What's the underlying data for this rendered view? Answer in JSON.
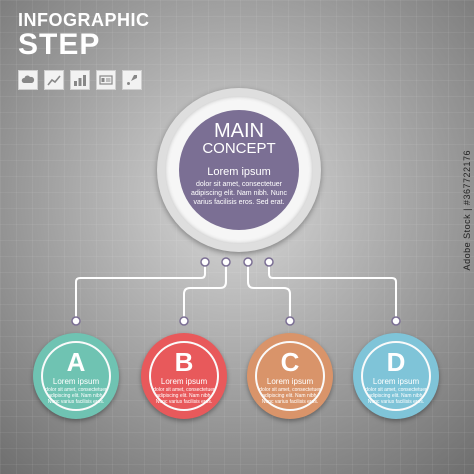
{
  "header": {
    "title_line1": "INFOGRAPHIC",
    "title_line2": "STEP"
  },
  "icons": [
    "cloud-icon",
    "line-chart-icon",
    "bar-chart-icon",
    "id-card-icon",
    "rocket-icon"
  ],
  "main": {
    "title_line1": "MAIN",
    "title_line2": "CONCEPT",
    "subtitle": "Lorem ipsum",
    "body": "dolor sit amet, consectetuer adipiscing elit. Nam nibh. Nunc varius facilisis eros. Sed erat.",
    "color": "#7b6f94"
  },
  "steps": [
    {
      "letter": "A",
      "heading": "Lorem ipsum",
      "body": "dolor sit amet, consectetuer adipiscing elit. Nam nibh. Nunc varius facilisis eros.",
      "color": "#6fc3b2"
    },
    {
      "letter": "B",
      "heading": "Lorem ipsum",
      "body": "dolor sit amet, consectetuer adipiscing elit. Nam nibh. Nunc varius facilisis eros.",
      "color": "#e8595b"
    },
    {
      "letter": "C",
      "heading": "Lorem ipsum",
      "body": "dolor sit amet, consectetuer adipiscing elit. Nam nibh. Nunc varius facilisis eros.",
      "color": "#d9946a"
    },
    {
      "letter": "D",
      "heading": "Lorem ipsum",
      "body": "dolor sit amet, consectetuer adipiscing elit. Nam nibh. Nunc varius facilisis eros.",
      "color": "#7fc4d8"
    }
  ],
  "watermark": "Adobe Stock | #367722176"
}
